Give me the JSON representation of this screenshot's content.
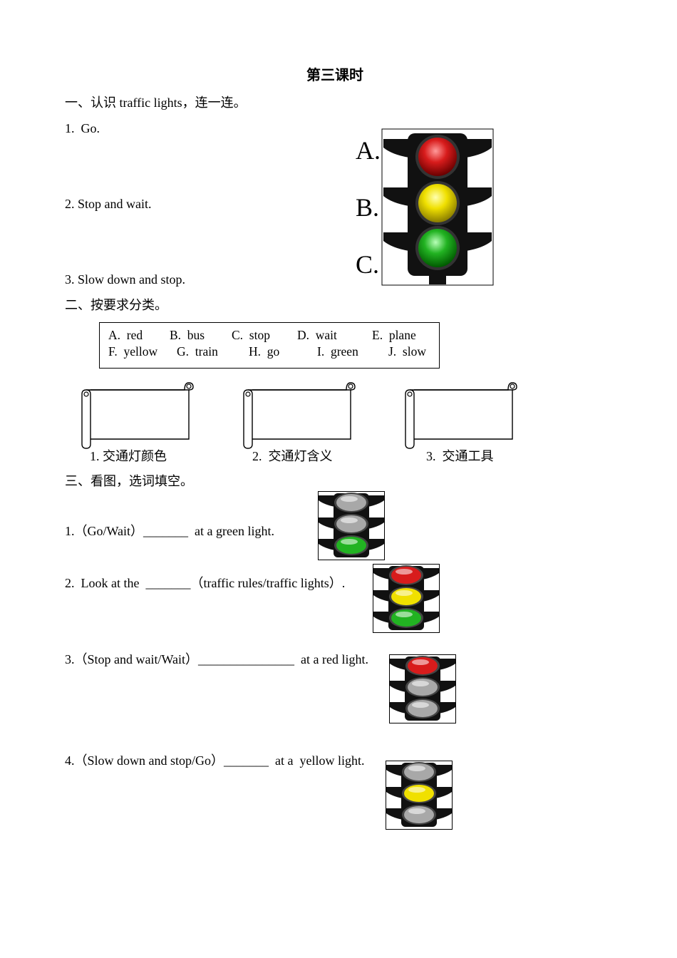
{
  "title": "第三课时",
  "section1": {
    "heading": "一、认识 traffic lights，连一连。",
    "items": [
      "1.  Go.",
      "2. Stop and wait.",
      "3. Slow down and stop."
    ],
    "letters": [
      "A.",
      "B.",
      "C."
    ]
  },
  "section2": {
    "heading": "二、按要求分类。",
    "row1": [
      "A.  red",
      "B.  bus",
      "C.  stop",
      "D.  wait",
      "E.  plane"
    ],
    "row2": [
      "F.  yellow",
      "G.  train",
      "H.  go",
      "I.  green",
      "J.  slow"
    ],
    "categories": [
      "1. 交通灯颜色",
      "2.  交通灯含义",
      "3.  交通工具"
    ]
  },
  "section3": {
    "heading": "三、看图，选词填空。",
    "questions": [
      "1.（Go/Wait）_______  at a green light.",
      "2.  Look at the  _______（traffic rules/traffic lights）.",
      "3.（Stop and wait/Wait）_______________  at a red light.",
      "4.（Slow down and stop/Go）_______  at a  yellow light."
    ],
    "lights": [
      "green",
      "all",
      "red",
      "yellow"
    ]
  },
  "colors": {
    "red": "#d81c1c",
    "yellow": "#f0e000",
    "green": "#22b322",
    "off": "#a8a8a8",
    "housing": "#111111"
  }
}
